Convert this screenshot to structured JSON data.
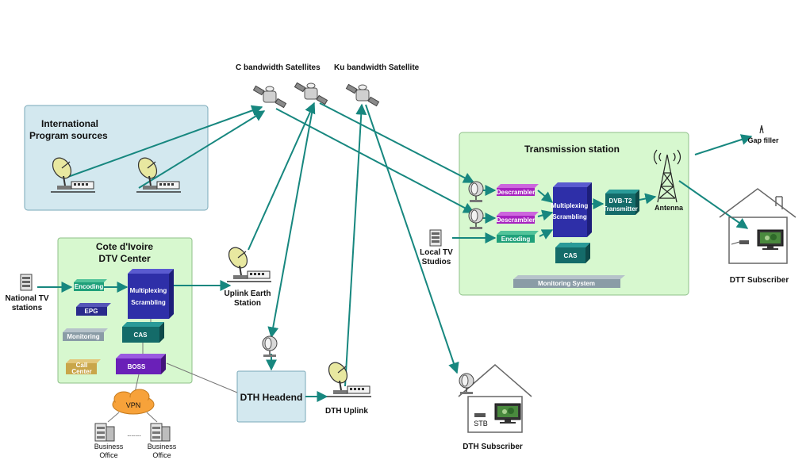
{
  "satellites": {
    "c_band": "C bandwidth Satellites",
    "ku_band": "Ku bandwidth Satellite"
  },
  "international": {
    "title_line1": "International",
    "title_line2": "Program sources"
  },
  "dtv_center": {
    "title_line1": "Cote d'Ivoire",
    "title_line2": "DTV Center",
    "encoding": "Encoding",
    "multiplexing": "Multiplexing",
    "scrambling": "Scrambling",
    "epg": "EPG",
    "monitoring": "Monitoring",
    "cas": "CAS",
    "call_center_line1": "Call",
    "call_center_line2": "Center",
    "boss": "BOSS"
  },
  "national_tv": {
    "line1": "National TV",
    "line2": "stations"
  },
  "uplink_earth": {
    "line1": "Uplink Earth",
    "line2": "Station"
  },
  "dth_headend": "DTH Headend",
  "dth_uplink": "DTH Uplink",
  "vpn": "VPN",
  "ellipsis": ".......",
  "business_office": {
    "line1": "Business",
    "line2": "Office"
  },
  "transmission": {
    "title": "Transmission station",
    "descrambler": "Descrambler",
    "encoding": "Encoding",
    "multiplexing": "Multiplexing",
    "scrambling": "Scrambling",
    "cas": "CAS",
    "dvb_line1": "DVB-T2",
    "dvb_line2": "Transmitter",
    "antenna": "Antenna",
    "monitoring_system": "Monitoring System"
  },
  "local_tv": {
    "line1": "Local TV",
    "line2": "Studios"
  },
  "gap_filler": "Gap filler",
  "dtt_subscriber": "DTT Subscriber",
  "dth_subscriber": "DTH Subscriber",
  "stb": "STB",
  "colors": {
    "arrow": "#17877f",
    "intl_box": "#d3e8ef",
    "green_box": "#d7f8cf",
    "mux_block": "#2e2fa8",
    "encoding_block": "#1fa07a",
    "epg_block": "#2a2a8c",
    "monitoring_block": "#8a9ca6",
    "cas_block": "#146b69",
    "call_center_block": "#c9a64a",
    "boss_block": "#6a20b8",
    "descrambler_block": "#a722c0",
    "vpn_cloud": "#f7a23a"
  }
}
